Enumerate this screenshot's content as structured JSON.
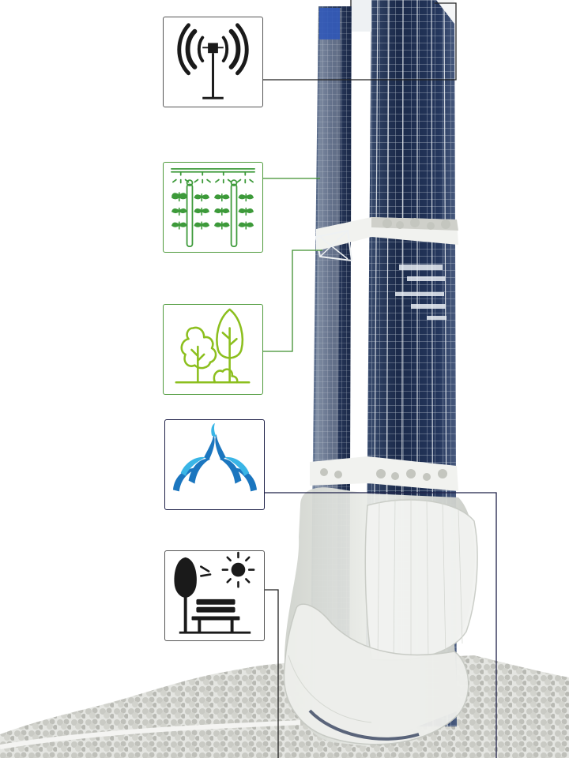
{
  "colors": {
    "background": "#ffffff",
    "telecom": "#1a1a1a",
    "farming": "#3d9a3a",
    "greenery": "#8cbf1e",
    "water": "#1b76bf",
    "water_light": "#39b5e6",
    "outdoor": "#1a1a1a",
    "box_border_dark": "#555555",
    "box_border_green": "#4e9a3b",
    "box_border_navy": "#1e2048",
    "leader_dark": "#222222",
    "leader_green": "#3f8f2f",
    "tower_glass": "#1b2a4a",
    "tower_frame": "#e8ecef",
    "podium_glass": "#e4e6e2",
    "landscape": "#d8d9d4"
  },
  "features": [
    {
      "id": "antenna",
      "icon": "communication-antenna-icon",
      "border": "box_border_dark"
    },
    {
      "id": "farming",
      "icon": "vertical-farming-icon",
      "border": "box_border_green"
    },
    {
      "id": "trees",
      "icon": "trees-greenery-icon",
      "border": "box_border_green"
    },
    {
      "id": "fountain",
      "icon": "water-fountain-icon",
      "border": "box_border_navy"
    },
    {
      "id": "park",
      "icon": "park-bench-sun-icon",
      "border": "box_border_dark"
    }
  ]
}
